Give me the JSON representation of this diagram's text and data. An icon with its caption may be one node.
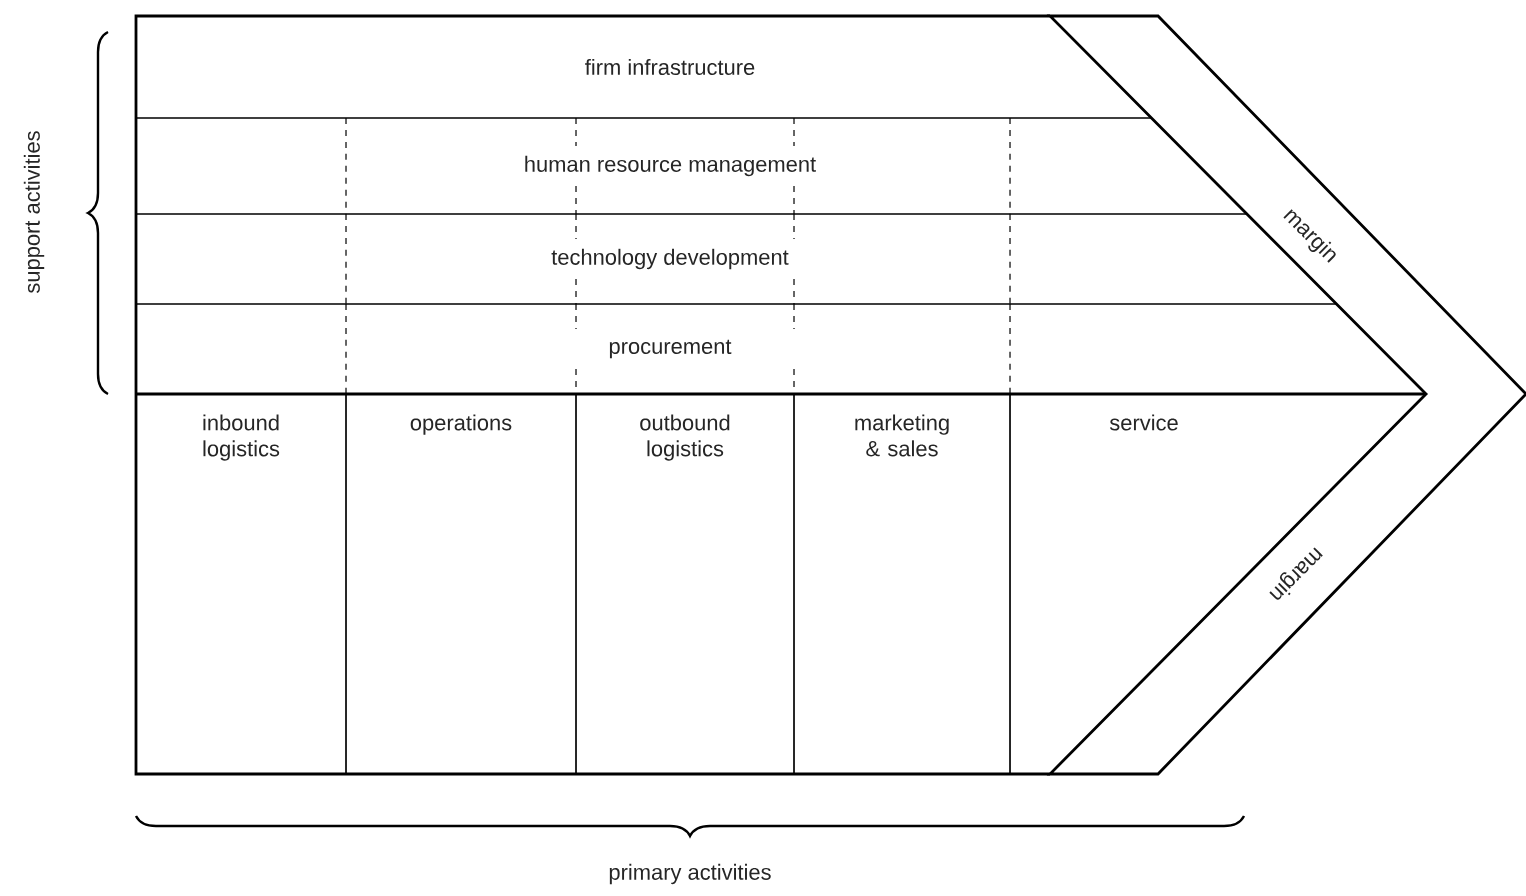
{
  "diagram": {
    "nodes": [
      {
        "text": [
          "firm infrastructure"
        ]
      },
      {
        "text": [
          "human resource management"
        ]
      },
      {
        "text": [
          "technology development"
        ]
      },
      {
        "text": [
          "procurement"
        ]
      },
      {
        "text": [
          "inbound logistics"
        ]
      },
      {
        "text": [
          "operations"
        ]
      },
      {
        "text": [
          "outbound logistics"
        ]
      },
      {
        "text": [
          "marketing & sales"
        ]
      },
      {
        "text": [
          "service"
        ]
      },
      {
        "text": [
          "margin",
          "margin"
        ]
      }
    ],
    "labels": [
      "support activities",
      "primary activities"
    ]
  }
}
